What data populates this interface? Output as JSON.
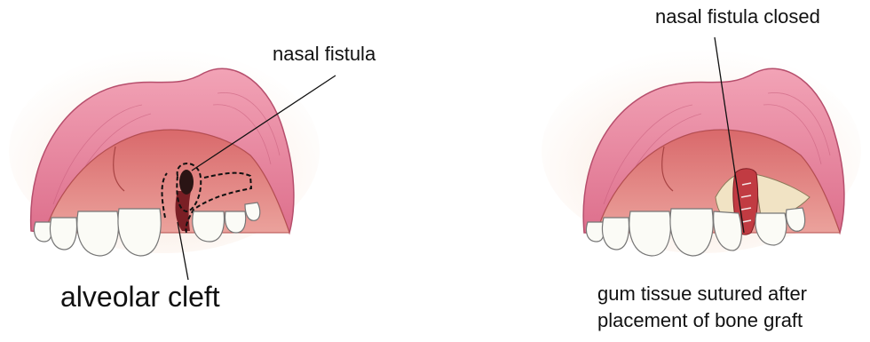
{
  "labels": {
    "nasal_fistula": "nasal fistula",
    "alveolar_cleft": "alveolar cleft",
    "nasal_fistula_closed": "nasal fistula closed",
    "gum_line1": "gum tissue sutured after",
    "gum_line2": "placement of bone graft"
  },
  "colors": {
    "skin": "#f3d2bd",
    "lip": "#e9849c",
    "lip_dark": "#c85b78",
    "palate": "#e07d7c",
    "tooth": "#fbfbf6",
    "bone_graft": "#f1e3c4",
    "tissue_red": "#c13b42"
  },
  "icons": [
    "left-mouth-illustration",
    "right-mouth-illustration"
  ]
}
